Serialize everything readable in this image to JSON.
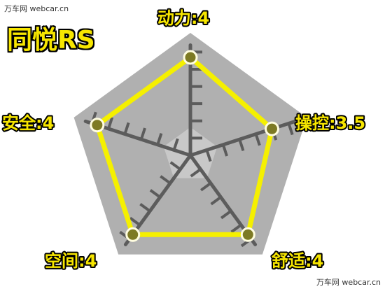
{
  "watermark_top": "万车网 webcar.cn",
  "watermark_bottom": "万车网 webcar.cn",
  "chart_data": {
    "type": "radar",
    "title": "同悦RS",
    "max": 5,
    "axes": [
      {
        "name": "动力",
        "value": 4,
        "label": "动力:4"
      },
      {
        "name": "操控",
        "value": 3.5,
        "label": "操控:3.5"
      },
      {
        "name": "舒适",
        "value": 4,
        "label": "舒适:4"
      },
      {
        "name": "空间",
        "value": 4,
        "label": "空间:4"
      },
      {
        "name": "安全",
        "value": 4,
        "label": "安全:4"
      }
    ],
    "colors": {
      "background": "#b0b0b0",
      "inner": "#c8c8c8",
      "spoke": "#5c5c5c",
      "polygon": "#f5f000",
      "dot": "#7d7a24",
      "label_fill": "#f7e600",
      "label_stroke": "#000000"
    }
  }
}
